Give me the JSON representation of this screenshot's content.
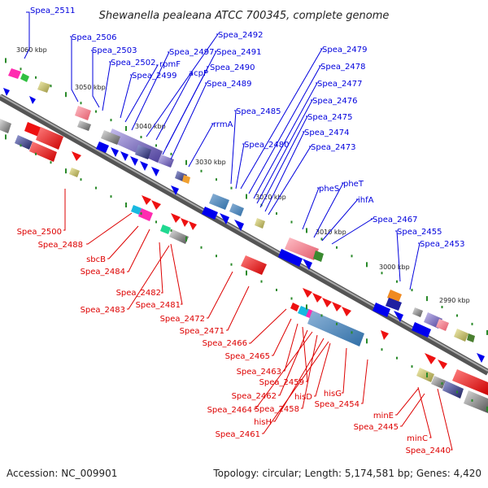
{
  "title": "Shewanella pealeana ATCC 700345, complete genome",
  "accession": "Accession: NC_009901",
  "summary": "Topology: circular; Length: 5,174,581 bp; Genes: 4,420",
  "colors": {
    "forward": "#0000dd",
    "reverse": "#dd0000",
    "axis": "#666666",
    "tick": "#2a8a2a"
  },
  "scale_labels": [
    "3060 kbp",
    "3050 kbp",
    "3040 kbp",
    "3030 kbp",
    "3020 kbp",
    "3010 kbp",
    "3000 kbp",
    "2990 kbp"
  ],
  "forward_labels": [
    "Spea_2511",
    "Spea_2506",
    "Spea_2503",
    "Spea_2502",
    "rpmF",
    "Spea_2497",
    "Spea_2491",
    "Spea_2492",
    "Spea_2499",
    "acpP",
    "Spea_2490",
    "Spea_2489",
    "rrmA",
    "Spea_2485",
    "Spea_2479",
    "Spea_2478",
    "Spea_2477",
    "Spea_2476",
    "Spea_2475",
    "Spea_2474",
    "Spea_2480",
    "Spea_2473",
    "pheS",
    "pheT",
    "ihfA",
    "Spea_2467",
    "Spea_2455",
    "Spea_2453"
  ],
  "reverse_labels": [
    "Spea_2500",
    "Spea_2488",
    "sbcB",
    "Spea_2484",
    "Spea_2482",
    "Spea_2483",
    "Spea_2481",
    "Spea_2472",
    "Spea_2471",
    "Spea_2466",
    "Spea_2465",
    "Spea_2463",
    "Spea_2459",
    "Spea_2462",
    "Spea_2464",
    "Spea_2458",
    "hisH",
    "Spea_2461",
    "hisD",
    "hisG",
    "Spea_2454",
    "minE",
    "Spea_2445",
    "minC",
    "Spea_2440"
  ]
}
